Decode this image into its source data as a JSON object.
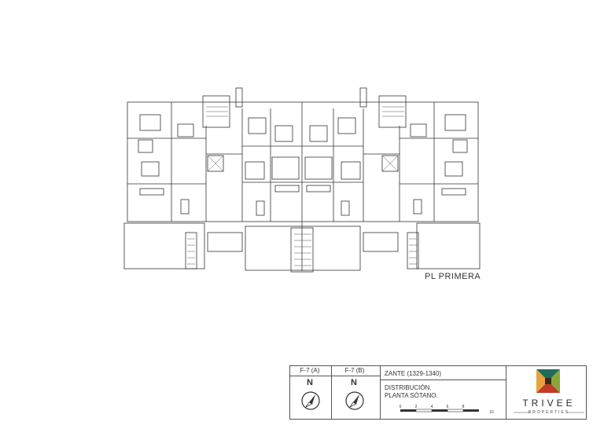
{
  "plan": {
    "level_label": "PL PRIMERA"
  },
  "title_block": {
    "codes": [
      "F-7 (A)",
      "F-7 (B)"
    ],
    "north_label": "N",
    "project": "ZANTE (1329-1340)",
    "description_line1": "DISTRIBUCIÓN.",
    "description_line2": "PLANTA SÓTANO.",
    "scale_ticks": [
      "0",
      "2",
      "4",
      "6",
      "8",
      "10"
    ]
  },
  "logo": {
    "name": "TRIVEE",
    "tagline": "PROPERTIES",
    "colors": [
      "#1f6b5a",
      "#8aa63a",
      "#c0392b",
      "#e8a33a"
    ]
  }
}
